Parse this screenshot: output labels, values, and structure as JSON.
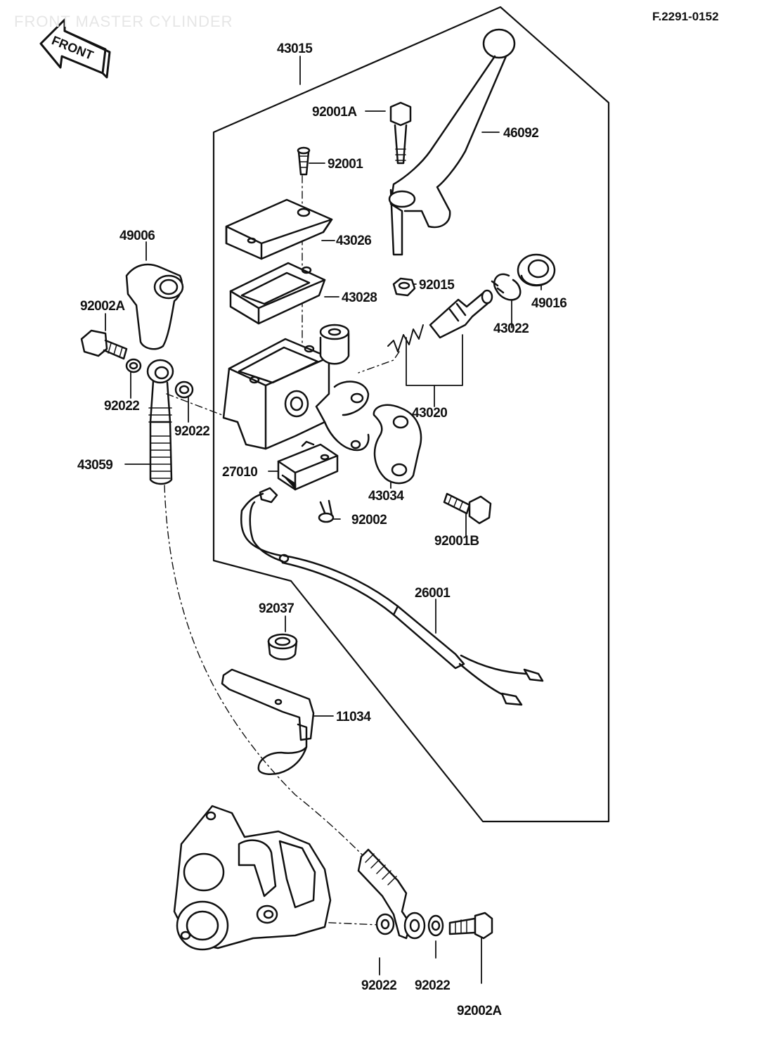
{
  "page": {
    "title": "FRONT MASTER CYLINDER",
    "code": "F.2291-0152",
    "front_label": "FRONT"
  },
  "parts": {
    "p43015": "43015",
    "p92001A": "92001A",
    "p46092": "46092",
    "p92001": "92001",
    "p49006": "49006",
    "p43026": "43026",
    "p43028": "43028",
    "p92015": "92015",
    "p49016": "49016",
    "p92002A_top": "92002A",
    "p43022": "43022",
    "p92022_left": "92022",
    "p92022_mid": "92022",
    "p43020": "43020",
    "p43059": "43059",
    "p27010": "27010",
    "p43034": "43034",
    "p92002": "92002",
    "p92001B": "92001B",
    "p26001": "26001",
    "p92037": "92037",
    "p11034": "11034",
    "p92022_b1": "92022",
    "p92022_b2": "92022",
    "p92002A_bottom": "92002A"
  }
}
